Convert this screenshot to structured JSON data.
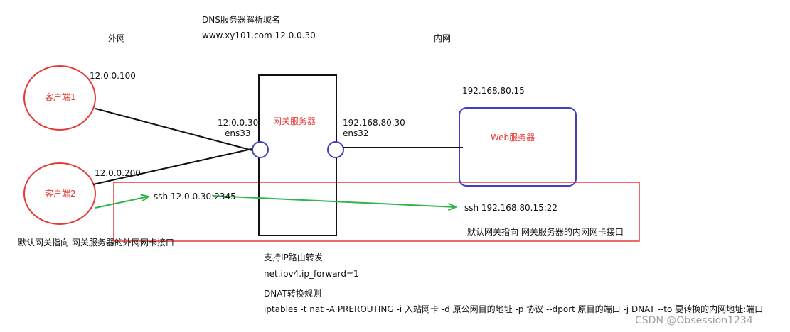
{
  "labels": {
    "dns_title": "DNS服务器解析域名",
    "dns_record": "www.xy101.com  12.0.0.30",
    "external_net": "外网",
    "internal_net": "内网",
    "client1_ip": "12.0.0.100",
    "client2_ip": "12.0.0.200",
    "gw_ext_ip": "12.0.0.30",
    "gw_ext_if": "ens33",
    "gw_int_ip": "192.168.80.30",
    "gw_int_if": "ens32",
    "web_ip": "192.168.80.15",
    "ssh_ext": "ssh 12.0.0.30:2345",
    "ssh_int": "ssh 192.168.80.15:22",
    "gw_default_ext": "默认网关指向   网关服务器的外网网卡接口",
    "gw_default_int": "默认网关指向   网关服务器的内网网卡接口",
    "ip_forward_title": "支持IP路由转发",
    "ip_forward_cmd": "net.ipv4.ip_forward=1",
    "dnat_title": "DNAT转换规则",
    "dnat_cmd": "iptables -t nat -A PREROUTING -i 入站网卡  -d 原公网目的地址  -p 协议 --dport 原目的端口 -j DNAT --to 要转换的内网地址:端口"
  },
  "nodes": {
    "client1": "客户端1",
    "client2": "客户端2",
    "gateway": "网关服务器",
    "web": "Web服务器"
  },
  "watermark": "CSDN @Obsession1234",
  "colors": {
    "client_stroke": "#e53935",
    "node_label": "#e53935",
    "web_stroke": "#3f3fbf",
    "nic_stroke": "#3f3fbf",
    "link": "#111111",
    "flow": "#2fb44a",
    "highlight": "#e53935",
    "watermark": "#9e9e9e"
  }
}
